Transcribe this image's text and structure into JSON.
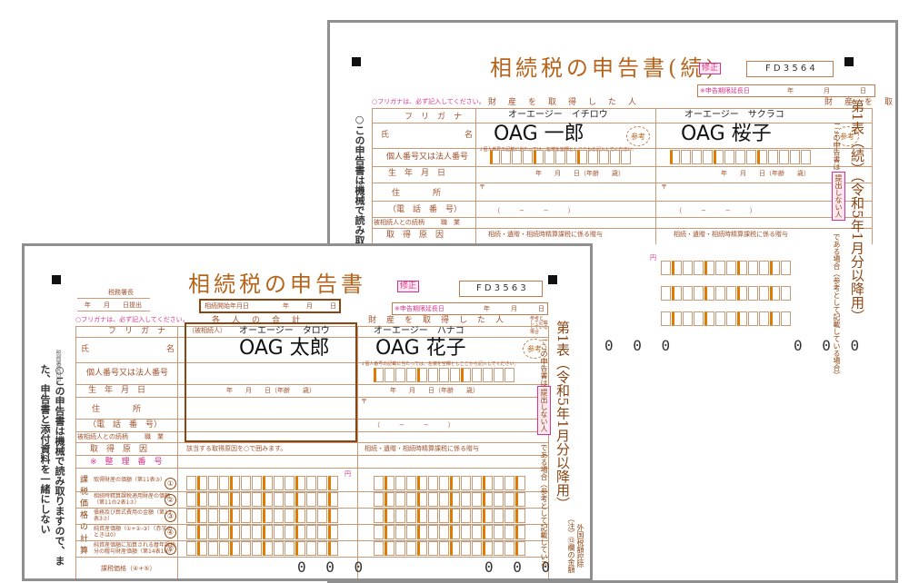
{
  "back": {
    "title": "相続税の申告書(続)",
    "correction_badge": "修正",
    "form_code": "F D 3 5 6 4",
    "extension_date_label": "※申告期限延長日",
    "year": "年",
    "month": "月",
    "day": "日",
    "furigana_note": "○フリガナは、必ず記入してください。",
    "heir_header": "財　産　を　取　得　し　た　人",
    "reference_note": "参考として記載している場合",
    "row_furigana": "フ　リ　ガ　ナ",
    "row_name_1": "氏",
    "row_name_2": "名",
    "row_number": "個人番号又は法人番号",
    "row_birth": "生　年　月　日",
    "row_address": "住　　　　所",
    "row_phone": "（電　話　番　号）",
    "row_relation": "被相続人との続柄",
    "row_job": "職　業",
    "row_cause": "取　得　原　因",
    "heir1_kana": "オーエージー　イチロウ",
    "heir1_name": "OAG 一郎",
    "heir2_kana": "オーエージー　サクラコ",
    "heir2_name": "OAG 桜子",
    "sanko": "参考",
    "number_note": "↓個人番号の記載に当たっては、左端を空欄としここから記入してください。",
    "birth_fmt": "年　　月　　日（年齢　　歳）",
    "postal": "〒",
    "phone_fmt": "（　　　−　　　−　　　）",
    "cause_text": "相続・遺贈・相続時精算課税に係る贈与",
    "yen": "円",
    "zeros": "0 0 0",
    "side_title": "第1表（続）（令和5年1月分以降用）",
    "side_note": "↑この申告書は",
    "side_hint": "である場合（参考として記載している場合）",
    "no_submit": "提出しない人",
    "left_vertical": "○この申告書は機械で読み取りま"
  },
  "front": {
    "tax_office": "税務署長",
    "submit_date": "年　　月　　日提出",
    "title": "相続税の申告書",
    "correction_badge": "修正",
    "form_code": "F D 3 5 6 3",
    "start_date_label": "相続開始年月日",
    "year": "年",
    "month": "月",
    "day": "日",
    "extension_date_label": "※申告期限延長日",
    "furigana_note": "○フリガナは、必ず記入してください。",
    "total_header": "各　人　の　合　計",
    "heir_header": "財　産　を　取　得　し　た　人",
    "reference_note": "参考として記載している場合",
    "row_furigana": "フ　リ　ガ　ナ",
    "row_name_1": "氏",
    "row_name_2": "名",
    "row_number": "個人番号又は法人番号",
    "row_birth": "生　年　月　日",
    "row_address": "住　　　　所",
    "row_phone": "（電　話　番　号）",
    "row_relation": "被相続人との続柄",
    "row_job": "職　業",
    "row_cause": "取　得　原　因",
    "row_ref_no": "※　整　理　番　号",
    "decedent_label": "（被相続人）",
    "decedent_kana": "オーエージー　タロウ",
    "decedent_name": "OAG 太郎",
    "heir_kana": "オーエージー　ハナコ",
    "heir_name": "OAG 花子",
    "sanko": "参考",
    "number_note": "↓個人番号の記載に当たっては、左端を空欄としここから記入してください。",
    "birth_fmt": "年　　月　　日（年齢　　歳）",
    "postal": "〒",
    "phone_fmt": "（　　　−　　　−　　　）",
    "cause_total": "該当する取得原因を○で囲みます。",
    "cause_heir": "相続・遺贈・相続時精算課税に係る贈与",
    "yen": "円",
    "zeros": "0 0 0",
    "calc_vertical": "課税価格の計算",
    "calc_rows": [
      {
        "label": "取得財産の価額（第11表③）",
        "mark": "①"
      },
      {
        "label": "相続時精算課税適用財産の価額（第11の2表1⑦）",
        "mark": "②"
      },
      {
        "label": "債務及び葬式費用の金額（第13表3⑦）",
        "mark": "③"
      },
      {
        "label": "純資産価額（①+②-③）（赤字のときは0）",
        "mark": "④"
      },
      {
        "label": "純資産価額に加算される暦年課税分の贈与財産価額（第14表1④）",
        "mark": "⑤"
      }
    ],
    "last_row_partial": "課税価格（④+⑤）",
    "side_title": "第1表（令和5年1月分以降用）",
    "side_note": "↑この申告書は",
    "no_submit": "提出しない人",
    "side_hint": "である場合（参考として記載している",
    "note_small": "（注）⑬欄の金額",
    "note_small2": "外国税額控除",
    "left_vertical": "○この申告書は機械で読み取りますので、また、申告書と添付資料を一緒にしない",
    "stamp_label": "税務署受付印"
  }
}
